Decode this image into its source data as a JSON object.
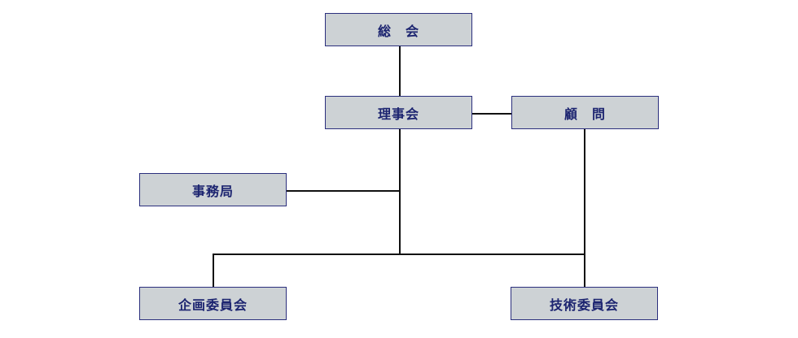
{
  "org_chart": {
    "general_assembly": "総　会",
    "board_of_directors": "理事会",
    "advisor": "顧　問",
    "secretariat": "事務局",
    "planning_committee": "企画委員会",
    "technical_committee": "技術委員会"
  },
  "colors": {
    "box_fill": "#cdd2d5",
    "box_border": "#2b2f7d",
    "text": "#1c2470",
    "connector": "#111111"
  }
}
